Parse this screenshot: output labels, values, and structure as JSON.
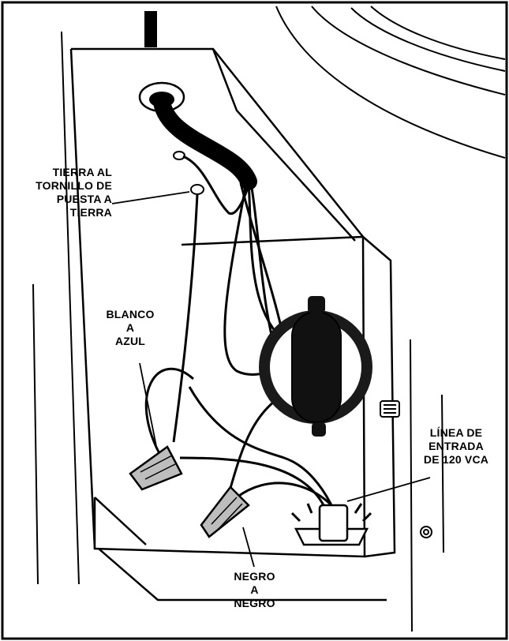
{
  "labels": {
    "ground": [
      "TIERRA AL",
      "TORNILLO DE",
      "PUESTA A",
      "TIERRA"
    ],
    "white_to_blue": [
      "BLANCO",
      "A",
      "AZUL"
    ],
    "line_in": [
      "LÍNEA DE",
      "ENTRADA",
      "DE 120 VCA"
    ],
    "black_to_black": [
      "NEGRO",
      "A",
      "NEGRO"
    ]
  },
  "colors": {
    "line": "#000000",
    "background": "#ffffff",
    "wire_nut": "#bdbdbd",
    "grommet": "#1a1a1a"
  }
}
